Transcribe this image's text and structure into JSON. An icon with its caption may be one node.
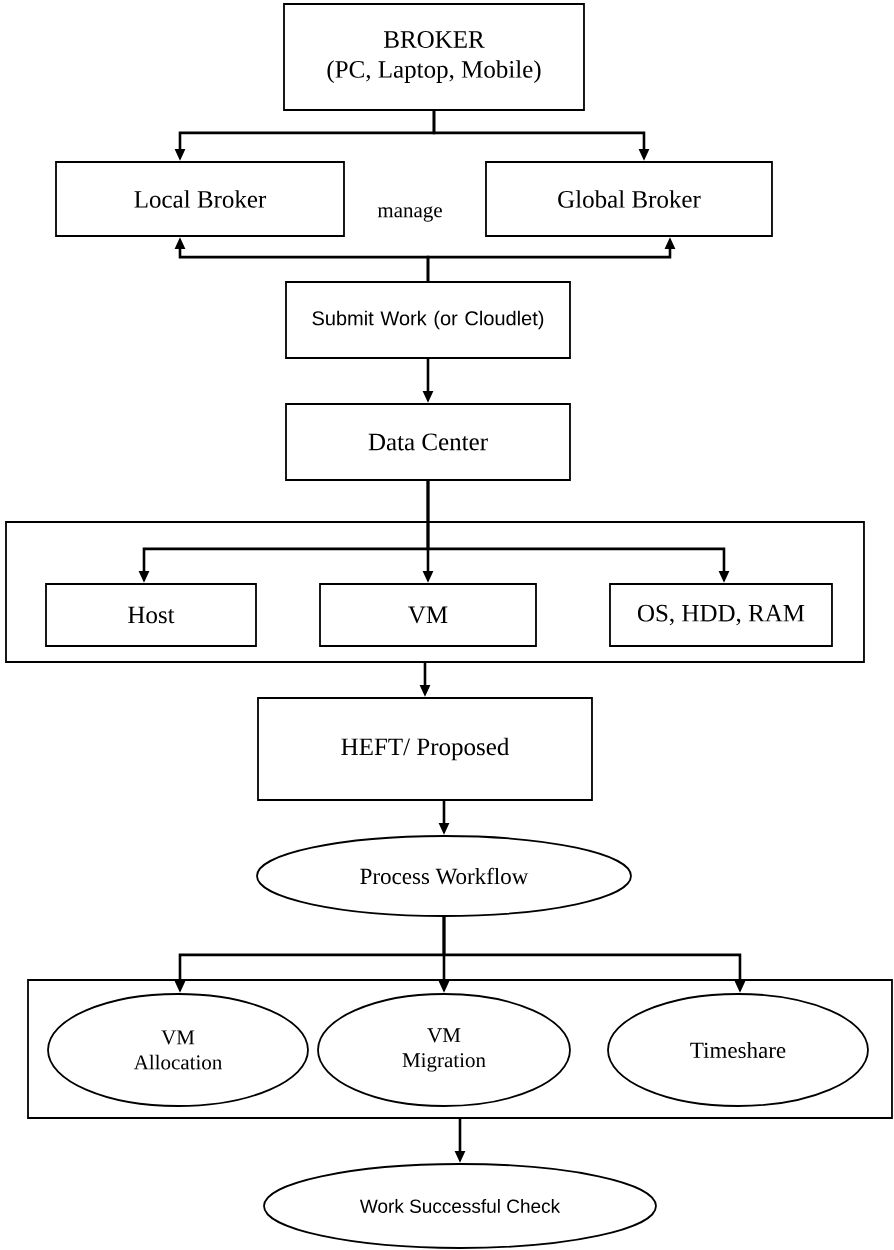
{
  "diagram": {
    "nodes": [
      {
        "text": [
          "BROKER",
          "(PC, Laptop, Mobile)"
        ]
      },
      {
        "text": [
          "Local Broker"
        ]
      },
      {
        "text": [
          "Global Broker"
        ]
      },
      {
        "text": [
          "Submit Work (or Cloudlet)"
        ]
      },
      {
        "text": [
          "Data Center"
        ]
      },
      {
        "text": [],
        "shape": "box"
      },
      {
        "text": [
          "Host"
        ],
        "in": 5
      },
      {
        "text": [
          "VM"
        ],
        "in": 5
      },
      {
        "text": [
          "OS, HDD, RAM"
        ],
        "in": 5
      },
      {
        "text": [
          "HEFT/ Proposed"
        ]
      },
      {
        "text": [
          "Process Workflow"
        ]
      },
      {
        "text": [],
        "shape": "box"
      },
      {
        "text": [
          "VM Allocation"
        ],
        "in": 11
      },
      {
        "text": [
          "VM Migration"
        ],
        "in": 11
      },
      {
        "text": [
          "Timeshare"
        ],
        "in": 11
      },
      {
        "text": [
          "Work Successful Check"
        ]
      }
    ],
    "edges": [
      {
        "from": 0,
        "to": 1,
        "arrow": "to"
      },
      {
        "from": 0,
        "to": 2,
        "arrow": "to"
      },
      {
        "from": 3,
        "to": 1,
        "arrow": "to"
      },
      {
        "from": 3,
        "to": 2,
        "arrow": "to"
      },
      {
        "from": 3,
        "to": 4,
        "arrow": "to"
      },
      {
        "from": 4,
        "to": 6,
        "arrow": "to"
      },
      {
        "from": 4,
        "to": 7,
        "arrow": "to"
      },
      {
        "from": 4,
        "to": 8,
        "arrow": "to"
      },
      {
        "from": 5,
        "to": 9,
        "arrow": "to"
      },
      {
        "from": 9,
        "to": 10,
        "arrow": "to"
      },
      {
        "from": 10,
        "to": 12,
        "arrow": "to"
      },
      {
        "from": 10,
        "to": 13,
        "arrow": "to"
      },
      {
        "from": 10,
        "to": 14,
        "arrow": "to"
      },
      {
        "from": 11,
        "to": 15,
        "arrow": "to"
      }
    ],
    "labels": [
      "manage"
    ]
  }
}
